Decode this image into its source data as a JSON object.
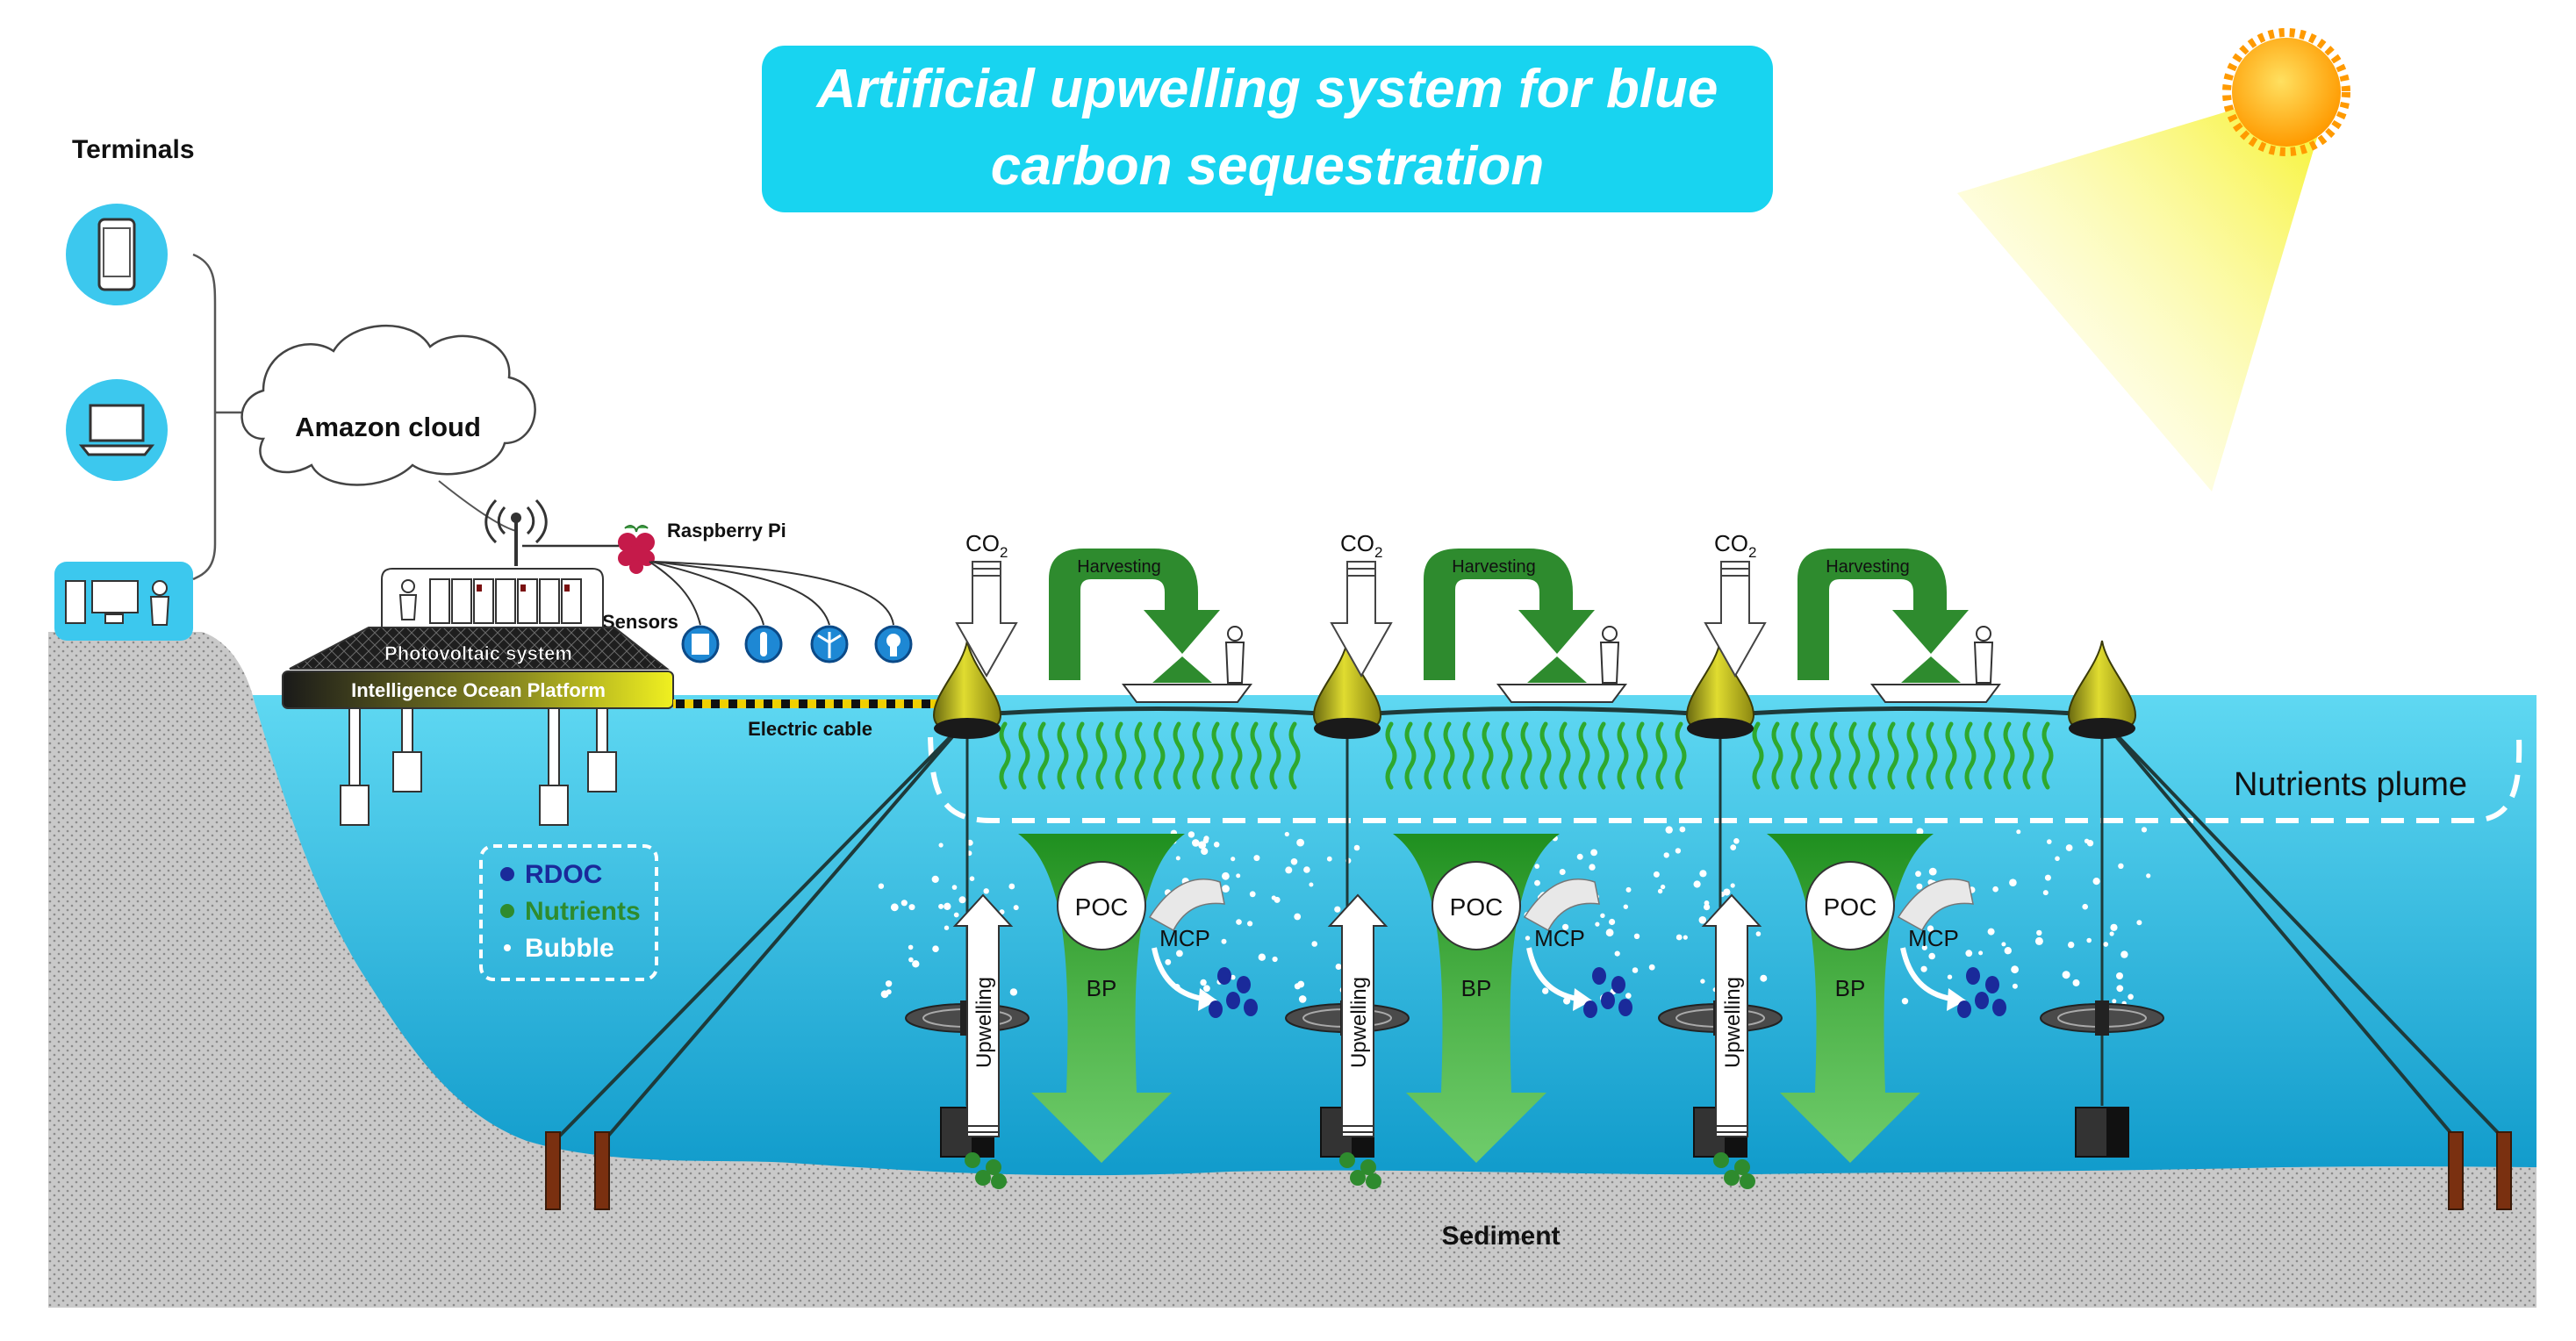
{
  "title": {
    "line1": "Artificial upwelling system for blue",
    "line2": "carbon sequestration"
  },
  "labels": {
    "terminals": "Terminals",
    "cloud": "Amazon cloud",
    "raspberry_pi": "Raspberry Pi",
    "sensors": "Sensors",
    "photovoltaic": "Photovoltaic system",
    "platform": "Intelligence Ocean Platform",
    "electric_cable": "Electric cable",
    "nutrients_plume": "Nutrients plume",
    "sediment": "Sediment"
  },
  "legend": [
    {
      "label": "RDOC",
      "color": "#1a2a9a"
    },
    {
      "label": "Nutrients",
      "color": "#2e8b2e"
    },
    {
      "label": "Bubble",
      "color": "#ffffff"
    }
  ],
  "units": [
    {
      "co2": "CO",
      "co2_sub": "2",
      "harvesting": "Harvesting",
      "poc": "POC",
      "mcp": "MCP",
      "bp": "BP",
      "upwelling": "Upwelling"
    },
    {
      "co2": "CO",
      "co2_sub": "2",
      "harvesting": "Harvesting",
      "poc": "POC",
      "mcp": "MCP",
      "bp": "BP",
      "upwelling": "Upwelling"
    },
    {
      "co2": "CO",
      "co2_sub": "2",
      "harvesting": "Harvesting",
      "poc": "POC",
      "mcp": "MCP",
      "bp": "BP",
      "upwelling": "Upwelling"
    }
  ],
  "colors": {
    "title_bg": "#18d4f0",
    "sea_top": "#5fd8f2",
    "sea_bottom": "#0a96c8",
    "kelp": "#2ea82e",
    "flow": "#3aa83a",
    "buoy": "#c8c41a",
    "rdoc": "#1a2a9a",
    "terminal_circle": "#3cc8ee",
    "sun": "#ffb400"
  }
}
